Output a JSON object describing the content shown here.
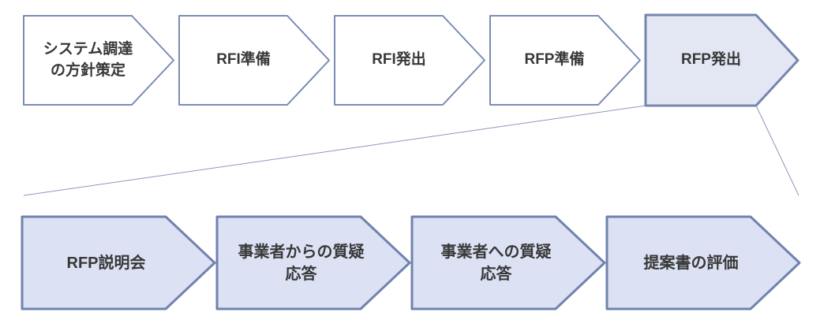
{
  "flow": {
    "top_row": {
      "steps": [
        {
          "label": "システム調達\nの方針策定",
          "highlighted": false
        },
        {
          "label": "RFI準備",
          "highlighted": false
        },
        {
          "label": "RFI発出",
          "highlighted": false
        },
        {
          "label": "RFP準備",
          "highlighted": false
        },
        {
          "label": "RFP発出",
          "highlighted": true
        }
      ]
    },
    "bottom_row": {
      "steps": [
        {
          "label": "RFP説明会"
        },
        {
          "label": "事業者からの質疑\n応答"
        },
        {
          "label": "事業者への質疑\n応答"
        },
        {
          "label": "提案書の評価"
        }
      ]
    },
    "colors": {
      "step_fill": "#FFFFFF",
      "step_border": "#7A8CB4",
      "highlight_fill": "#E3E7F3",
      "highlight_border": "#7486AF",
      "detail_fill": "#DCE1F4",
      "detail_border": "#7083AE",
      "connector_line": "#8D99BA",
      "text": "#383838"
    }
  }
}
